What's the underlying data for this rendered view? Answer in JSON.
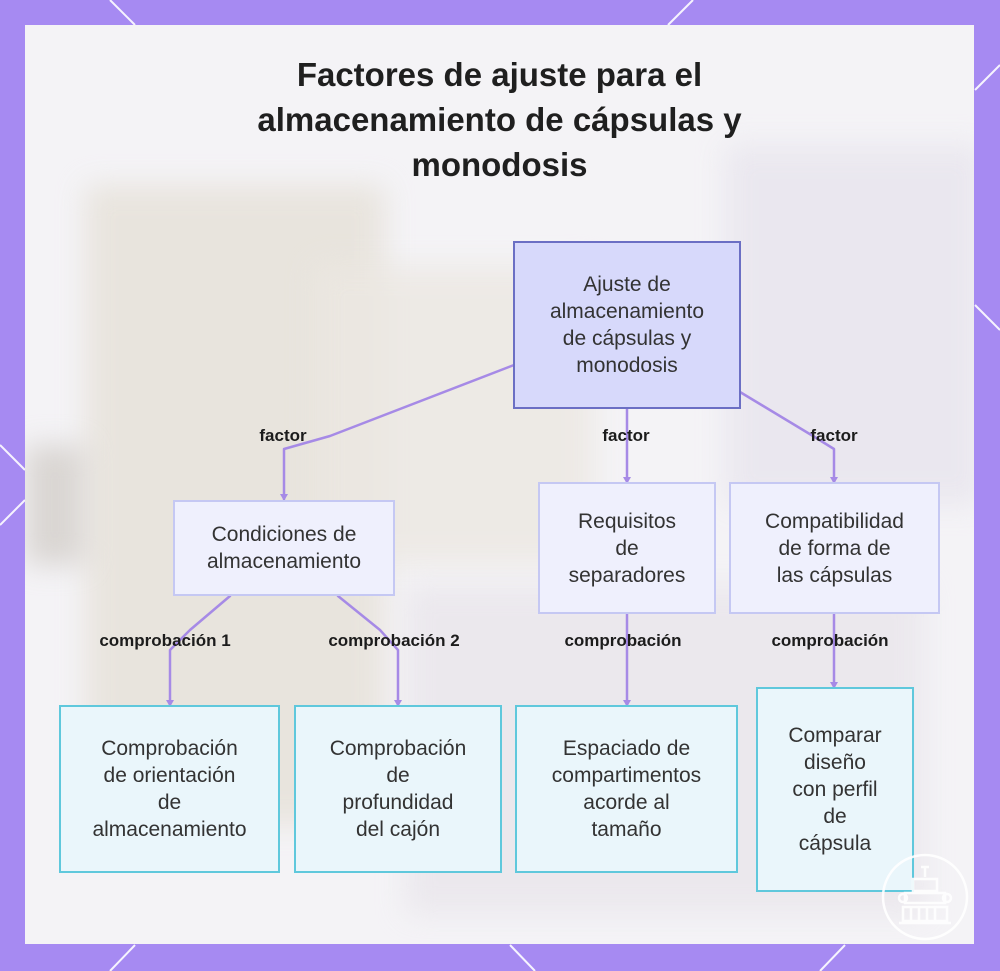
{
  "title": "Factores de ajuste para el\nalmacenamiento de cápsulas y\nmonodosis",
  "nodes": {
    "root": "Ajuste de\nalmacenamiento\nde cápsulas y\nmonodosis",
    "condiciones": "Condiciones de\nalmacenamiento",
    "requisitos": "Requisitos\nde\nseparadores",
    "compatibilidad": "Compatibilidad\nde forma de\nlas cápsulas",
    "orientacion": "Comprobación\nde orientación\nde\nalmacenamiento",
    "profundidad": "Comprobación\nde\nprofundidad\ndel cajón",
    "espaciado": "Espaciado de\ncompartimentos\nacorde al\ntamaño",
    "comparar": "Comparar\ndiseño\ncon perfil\nde\ncápsula"
  },
  "edges": {
    "factor_1": "factor",
    "factor_2": "factor",
    "factor_3": "factor",
    "comprobacion_1": "comprobación 1",
    "comprobacion_2": "comprobación 2",
    "comprobacion_3": "comprobación",
    "comprobacion_4": "comprobación"
  },
  "colors": {
    "frame": "#a68af2",
    "connector": "#a68ae6",
    "root_fill": "#d7d9fb",
    "root_border": "#6b6fc4",
    "mid_fill": "#eff0fd",
    "mid_border": "#c5c8f3",
    "leaf_fill": "#eaf6fb",
    "leaf_border": "#5fc8dc"
  },
  "icons": {
    "watermark": "pharmacy-building-icon"
  }
}
